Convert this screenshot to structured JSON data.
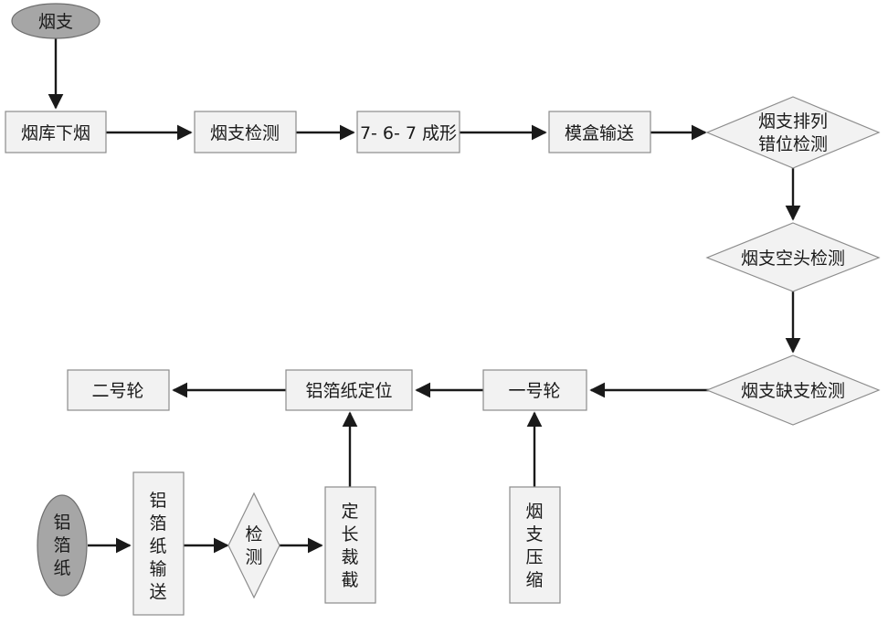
{
  "nodes": {
    "yanzhi": "烟支",
    "yanku_xiayan": "烟库下烟",
    "yanzhi_jiance": "烟支检测",
    "chengxing": "7- 6- 7 成形",
    "mohe_shusong": "模盒输送",
    "pailie_cuowei_line1": "烟支排列",
    "pailie_cuowei_line2": "错位检测",
    "kongtou_jiance": "烟支空头检测",
    "quezhi_jiance": "烟支缺支检测",
    "yihaolun": "一号轮",
    "lvbozhi_dingwei": "铝箔纸定位",
    "erhaolun": "二号轮",
    "lvbozhi": [
      "铝",
      "箔",
      "纸"
    ],
    "lvbozhi_shusong": [
      "铝",
      "箔",
      "纸",
      "输",
      "送"
    ],
    "jiance": [
      "检",
      "测"
    ],
    "dingchang_caijie": [
      "定",
      "长",
      "裁",
      "截"
    ],
    "yanzhi_yasuo": [
      "烟",
      "支",
      "压",
      "缩"
    ]
  },
  "colors": {
    "box_fill": "#f2f2f2",
    "box_stroke": "#8c8c8c",
    "ellipse_fill": "#a6a6a6",
    "arrow": "#1a1a1a"
  }
}
